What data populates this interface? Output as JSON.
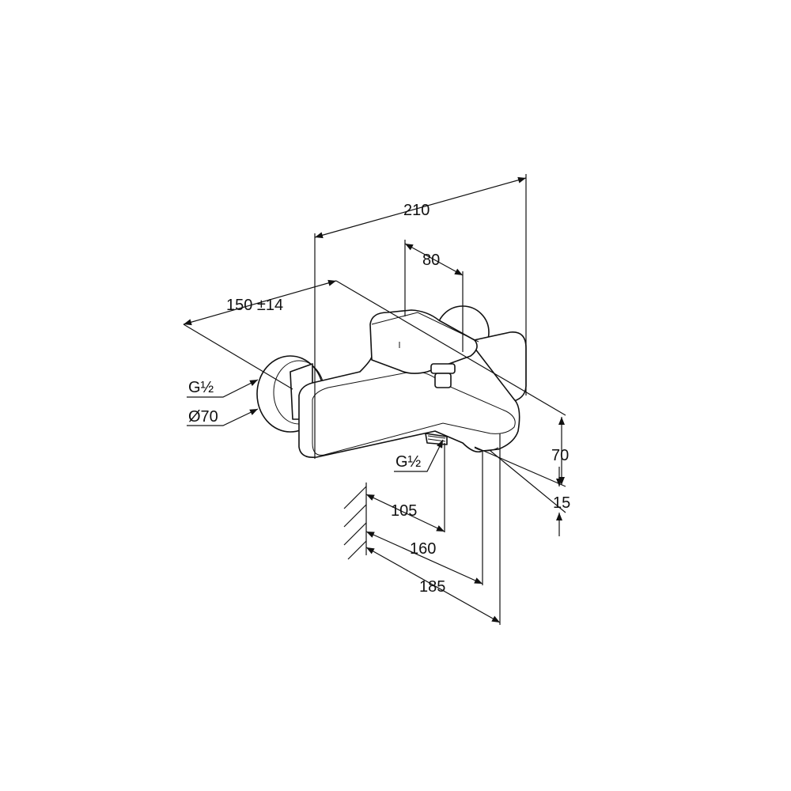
{
  "title": "Bath mixer dimension drawing",
  "dimensions": {
    "overall_depth": "210",
    "handle_width": "80",
    "centers": "150 ±14",
    "inlet_thread": "G½",
    "escutcheon_diameter": "Ø70",
    "outlet_thread": "G½",
    "height": "70",
    "spout_gap": "15",
    "outlet_projection": "105",
    "spout_projection": "160",
    "total_projection": "185"
  }
}
